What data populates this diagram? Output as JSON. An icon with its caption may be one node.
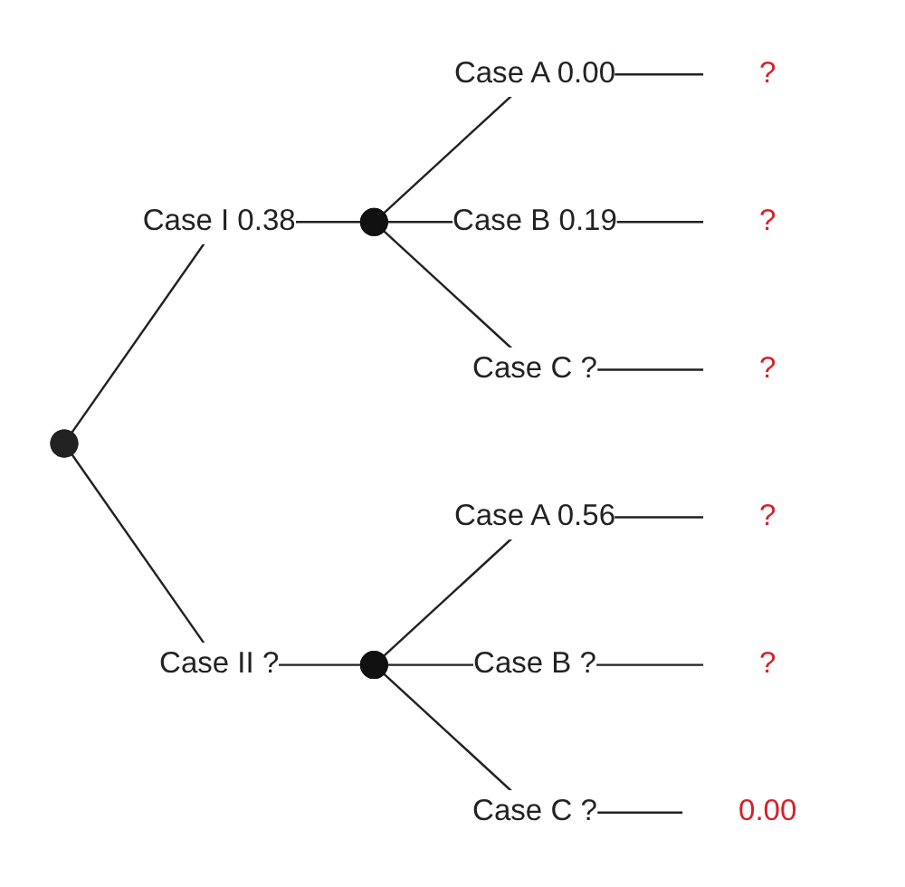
{
  "diagram": {
    "nodes": [
      {
        "text": [],
        "shape": "point"
      },
      {
        "text": [],
        "shape": "circle"
      },
      {
        "text": [],
        "shape": "circle"
      },
      {
        "text": [
          "?"
        ]
      },
      {
        "text": [
          "?"
        ]
      },
      {
        "text": [
          "?"
        ]
      },
      {
        "text": [
          "?"
        ]
      },
      {
        "text": [
          "?"
        ]
      },
      {
        "text": [
          "0.00"
        ]
      }
    ],
    "edges": [
      {
        "from": 0,
        "to": 1,
        "arrow": "none",
        "label": "Case I 0.38"
      },
      {
        "from": 0,
        "to": 2,
        "arrow": "none",
        "label": "Case II ?"
      },
      {
        "from": 1,
        "to": 3,
        "arrow": "none",
        "label": "Case A 0.00"
      },
      {
        "from": 1,
        "to": 4,
        "arrow": "none",
        "label": "Case B 0.19"
      },
      {
        "from": 1,
        "to": 5,
        "arrow": "none",
        "label": "Case C ?"
      },
      {
        "from": 2,
        "to": 6,
        "arrow": "none",
        "label": "Case A 0.56"
      },
      {
        "from": 2,
        "to": 7,
        "arrow": "none",
        "label": "Case B ?"
      },
      {
        "from": 2,
        "to": 8,
        "arrow": "none",
        "label": "Case C ?"
      }
    ]
  }
}
